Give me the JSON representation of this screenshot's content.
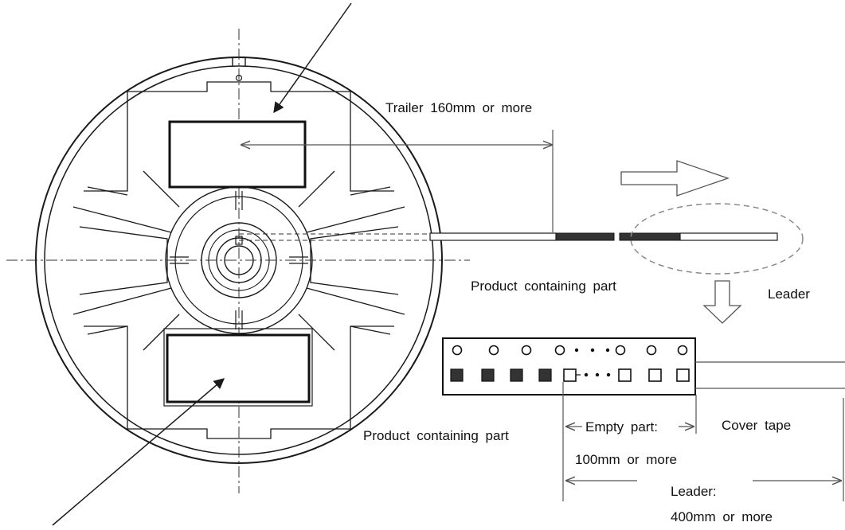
{
  "labels": {
    "trailer": "Trailer  160mm  or  more",
    "product_part_top": "Product  containing  part",
    "leader_top": "Leader",
    "product_part_bottom": "Product  containing  part",
    "empty_part_line1": "Empty  part:",
    "empty_part_line2": "100mm  or  more",
    "cover_tape": "Cover  tape",
    "leader_dim_line1": "Leader:",
    "leader_dim_line2": "400mm  or  more"
  },
  "colors": {
    "line": "#1a1a1a",
    "dash": "#8a8a8a",
    "dark_segment": "#333333",
    "light_line": "#999999"
  },
  "tape_pockets": {
    "filled": 4,
    "empty": 4
  }
}
